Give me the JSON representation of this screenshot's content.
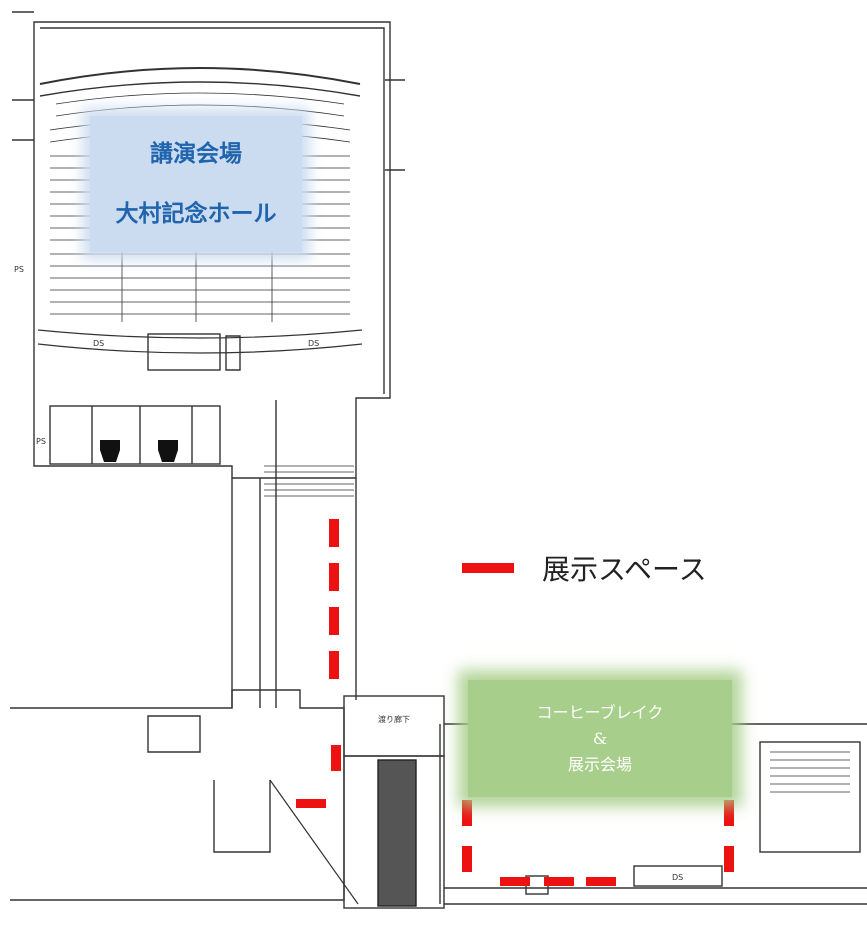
{
  "hall": {
    "title": "講演会場",
    "name": "大村記念ホール"
  },
  "coffee_area": {
    "line1": "コーヒーブレイク",
    "line2": "&",
    "line3": "展示会場"
  },
  "legend": {
    "label": "展示スペース",
    "color": "#ee1111"
  },
  "plan_labels": {
    "ds_left": "DS",
    "ds_right": "DS",
    "ds_bottom": "DS",
    "ps_top": "PS",
    "ps_wc": "PS",
    "corridor": "渡り廊下"
  }
}
